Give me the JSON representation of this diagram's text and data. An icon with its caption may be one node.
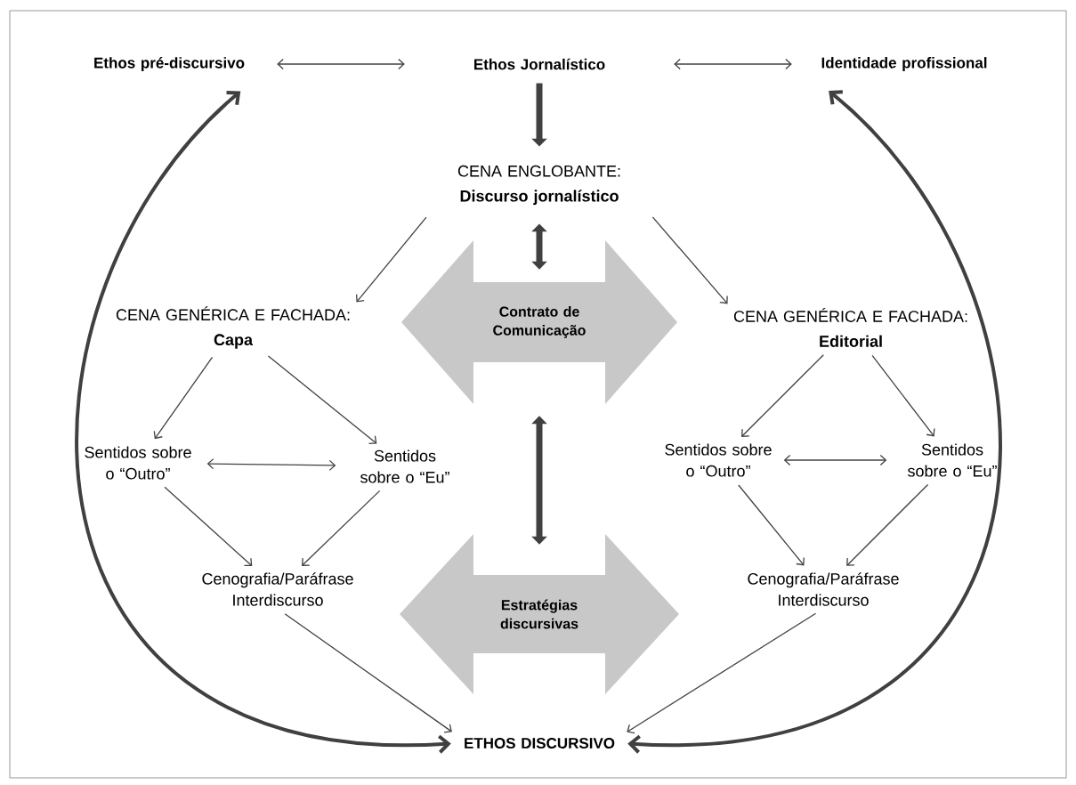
{
  "diagram": {
    "nodes": [
      {
        "text": [
          "Ethos pré-discursivo"
        ]
      },
      {
        "text": [
          "Ethos Jornalístico"
        ]
      },
      {
        "text": [
          "Identidade profissional"
        ]
      },
      {
        "text": [
          "CENA ENGLOBANTE:",
          "Discurso jornalístico"
        ]
      },
      {
        "text": [
          "Contrato de Comunicação"
        ]
      },
      {
        "text": [
          "CENA GENÉRICA E FACHADA:",
          "Capa"
        ]
      },
      {
        "text": [
          "CENA GENÉRICA E FACHADA:",
          "Editorial"
        ]
      },
      {
        "text": [
          "Sentidos sobre o “Outro”"
        ]
      },
      {
        "text": [
          "Sentidos sobre o “Eu”"
        ]
      },
      {
        "text": [
          "Cenografia/Paráfrase Interdiscurso"
        ]
      },
      {
        "text": [
          "Estratégias discursivas"
        ]
      },
      {
        "text": [
          "Sentidos sobre o “Outro”"
        ]
      },
      {
        "text": [
          "Sentidos sobre o “Eu”"
        ]
      },
      {
        "text": [
          "Cenografia/Paráfrase Interdiscurso"
        ]
      },
      {
        "text": [
          "ETHOS DISCURSIVO"
        ]
      }
    ],
    "edges": [
      {
        "from": 0,
        "to": 1,
        "arrow": "both"
      },
      {
        "from": 1,
        "to": 2,
        "arrow": "both"
      },
      {
        "from": 1,
        "to": 3,
        "arrow": "to",
        "style": "thick"
      },
      {
        "from": 3,
        "to": 4,
        "arrow": "both",
        "style": "thick"
      },
      {
        "from": 3,
        "to": 5,
        "arrow": "to"
      },
      {
        "from": 3,
        "to": 6,
        "arrow": "to"
      },
      {
        "from": 5,
        "to": 7,
        "arrow": "to"
      },
      {
        "from": 5,
        "to": 8,
        "arrow": "to"
      },
      {
        "from": 7,
        "to": 8,
        "arrow": "both"
      },
      {
        "from": 7,
        "to": 9,
        "arrow": "to"
      },
      {
        "from": 8,
        "to": 9,
        "arrow": "to"
      },
      {
        "from": 6,
        "to": 11,
        "arrow": "to"
      },
      {
        "from": 6,
        "to": 12,
        "arrow": "to"
      },
      {
        "from": 11,
        "to": 12,
        "arrow": "both"
      },
      {
        "from": 11,
        "to": 13,
        "arrow": "to"
      },
      {
        "from": 12,
        "to": 13,
        "arrow": "to"
      },
      {
        "from": 4,
        "to": 10,
        "arrow": "both",
        "style": "thick"
      },
      {
        "from": 9,
        "to": 14,
        "arrow": "to"
      },
      {
        "from": 13,
        "to": 14,
        "arrow": "to"
      },
      {
        "from": 14,
        "to": 0,
        "arrow": "both",
        "style": "thick"
      },
      {
        "from": 14,
        "to": 2,
        "arrow": "both",
        "style": "thick"
      }
    ]
  }
}
